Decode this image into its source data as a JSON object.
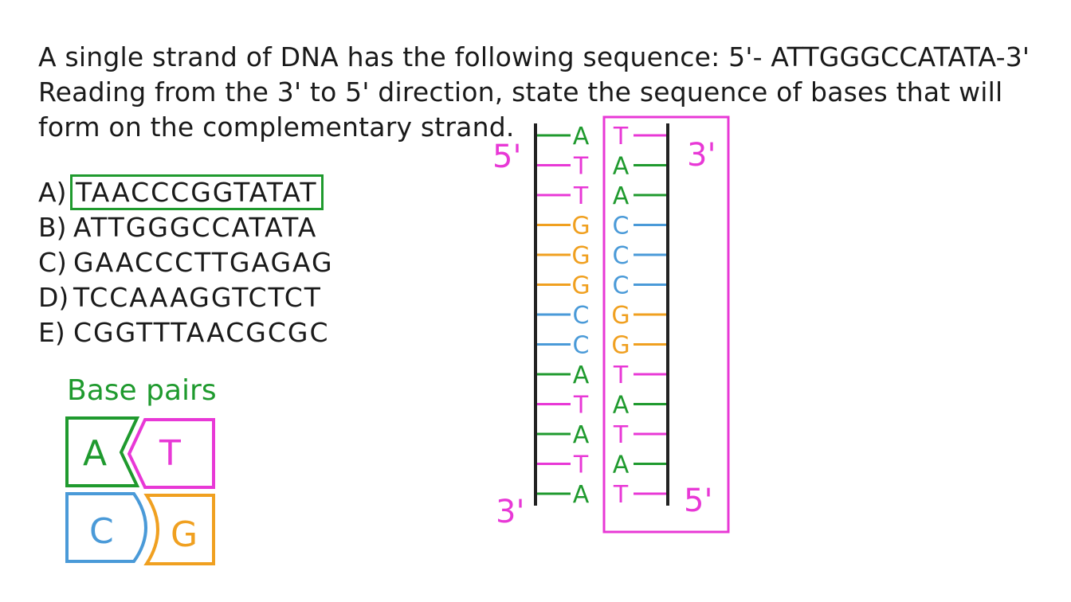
{
  "question": {
    "line1": "A single strand of DNA has the following sequence: 5'- ATTGGGCCATATA-3'",
    "line2": "Reading from the 3' to 5' direction, state the sequence of bases that will",
    "line3": "form on the complementary strand."
  },
  "options": [
    {
      "letter": "A)",
      "sequence": "TAACCCGGTATAT",
      "highlighted": true
    },
    {
      "letter": "B)",
      "sequence": "ATTGGGCCATATA",
      "highlighted": false
    },
    {
      "letter": "C)",
      "sequence": "GAACCCTTGAGAG",
      "highlighted": false
    },
    {
      "letter": "D)",
      "sequence": "TCCAAAGGTCTCT",
      "highlighted": false
    },
    {
      "letter": "E)",
      "sequence": "CGGTTTAACGCGC",
      "highlighted": false
    }
  ],
  "base_pairs": {
    "title": "Base pairs",
    "pairs": [
      {
        "left": "A",
        "right": "T"
      },
      {
        "left": "C",
        "right": "G"
      }
    ]
  },
  "colors": {
    "A": "#1f9a2e",
    "T": "#e838d6",
    "C": "#4a9ad8",
    "G": "#f0a020",
    "highlight_box": "#e838d6",
    "answer_box": "#1f9a2e"
  },
  "ladder": {
    "left_top_label": "5'",
    "left_bottom_label": "3'",
    "right_top_label": "3'",
    "right_bottom_label": "5'",
    "left_strand": [
      "A",
      "T",
      "T",
      "G",
      "G",
      "G",
      "C",
      "C",
      "A",
      "T",
      "A",
      "T",
      "A"
    ],
    "right_strand": [
      "T",
      "A",
      "A",
      "C",
      "C",
      "C",
      "G",
      "G",
      "T",
      "A",
      "T",
      "A",
      "T"
    ]
  }
}
